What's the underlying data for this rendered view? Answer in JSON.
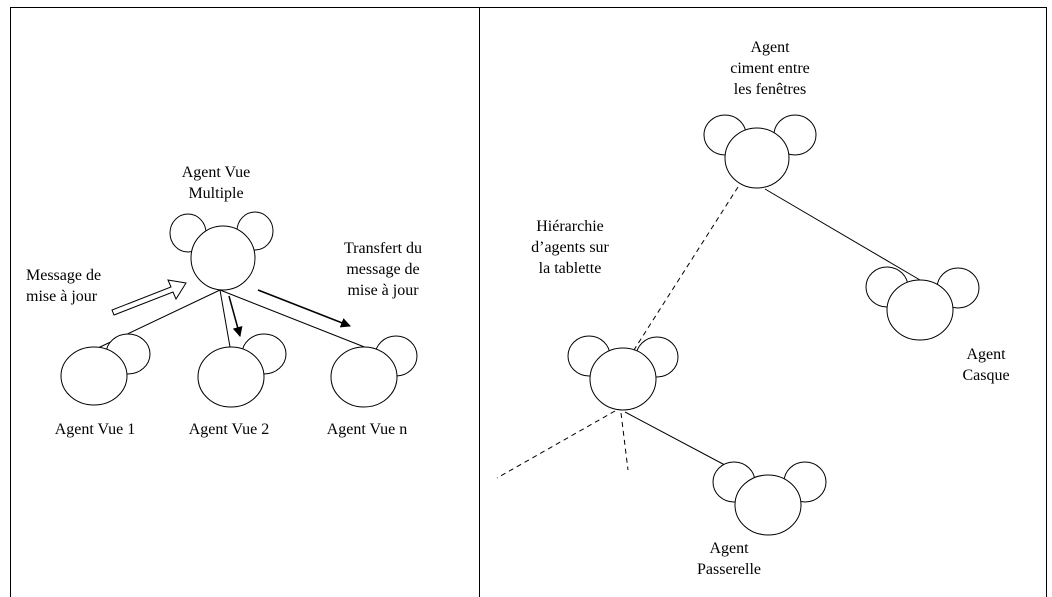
{
  "left_panel": {
    "multi_agent": {
      "line1": "Agent Vue",
      "line2": "Multiple"
    },
    "update_msg": {
      "line1": "Message de",
      "line2": "mise à jour"
    },
    "transfer_msg": {
      "line1": "Transfert du",
      "line2": "message de",
      "line3": "mise à jour"
    },
    "agent_v1": "Agent Vue 1",
    "agent_v2": "Agent Vue 2",
    "agent_vn": "Agent Vue n"
  },
  "right_panel": {
    "cement_agent": {
      "line1": "Agent",
      "line2": "ciment entre",
      "line3": "les fenêtres"
    },
    "hierarchy": {
      "line1": "Hiérarchie",
      "line2": "d’agents sur",
      "line3": "la tablette"
    },
    "helmet_agent": {
      "line1": "Agent",
      "line2": "Casque"
    },
    "gateway_agent": {
      "line1": "Agent",
      "line2": "Passerelle"
    }
  }
}
